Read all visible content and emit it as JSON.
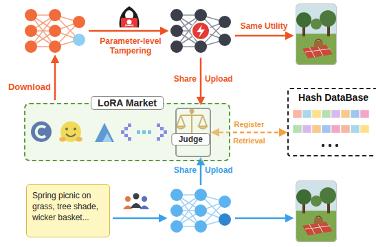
{
  "diagram": {
    "nodes": [
      {
        "text": [
          "LoRA Market"
        ]
      },
      {
        "text": [
          "Judge"
        ],
        "in": 0
      },
      {
        "text": [
          "Hash DataBase"
        ]
      },
      {
        "text": [
          "Spring picnic on grass, tree shade, wicker basket..."
        ]
      }
    ],
    "edges": [
      {
        "from": 1,
        "to": 2,
        "arrow": "both",
        "label": "Register Retrieval"
      }
    ],
    "labels": [
      "Download",
      "Parameter-level Tampering",
      "Same Utility",
      "Share",
      "Upload",
      "Share",
      "Upload"
    ]
  }
}
